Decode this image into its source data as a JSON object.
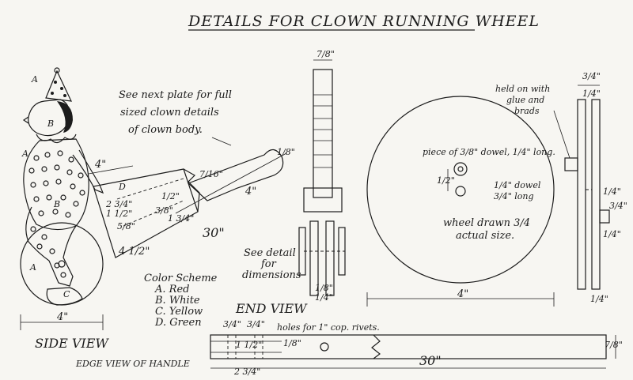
{
  "title": "DETAILS FOR CLOWN RUNNING WHEEL",
  "notes": {
    "see_next_plate": [
      "See next plate for full",
      "sized clown details",
      "of clown body."
    ],
    "see_detail": [
      "See detail",
      "for",
      "dimensions"
    ],
    "held_on": [
      "held on with",
      "glue and",
      "brads"
    ],
    "dowel_piece": "piece of 3/8\" dowel, 1/4\" long.",
    "dowel_quarter": [
      "1/4\" dowel",
      "3/4\" long"
    ],
    "wheel_scale": [
      "wheel drawn 3/4",
      "actual size."
    ],
    "holes": "holes for 1\" cop. rivets."
  },
  "color_scheme": {
    "heading": "Color Scheme",
    "items": [
      "A. Red",
      "B. White",
      "C. Yellow",
      "D. Green"
    ]
  },
  "view_labels": {
    "side": "SIDE VIEW",
    "end": "END VIEW",
    "edge": "EDGE VIEW OF HANDLE"
  },
  "part_letters": {
    "a": "A",
    "b": "B",
    "c": "C",
    "d": "D"
  },
  "dimensions": {
    "handle_30": "30\"",
    "handle_4": "4\"",
    "side_4": "4\"",
    "side_4_bottom": "4\"",
    "side_4_half": "4 1/2\"",
    "side_2_3_4": "2 3/4\"",
    "side_1_half": "1 1/2\"",
    "side_5_8": "5/8\"",
    "side_3_8": "3/8\"",
    "side_1_2": "1/2\"",
    "side_7_16": "7/16\"",
    "side_1_3_4": "1 3/4\"",
    "end_7_8": "7/8\"",
    "end_1_4": "1/4\"",
    "end_1_8": "1/8\"",
    "wheel_4": "4\"",
    "wheel_1_2": "1/2\"",
    "right_3_4": "3/4\"",
    "right_1_4a": "1/4\"",
    "right_1_4b": "1/4\"",
    "right_1_4c": "1/4\"",
    "right_3_4b": "3/4\"",
    "right_1_4d": "1/4\"",
    "edge_3_4a": "3/4\"",
    "edge_3_4b": "3/4\"",
    "edge_1_half": "1 1/2\"",
    "edge_2_3_4": "2 3/4\"",
    "edge_30": "30\"",
    "edge_7_8": "7/8\"",
    "edge_1_8": "1/8\""
  }
}
